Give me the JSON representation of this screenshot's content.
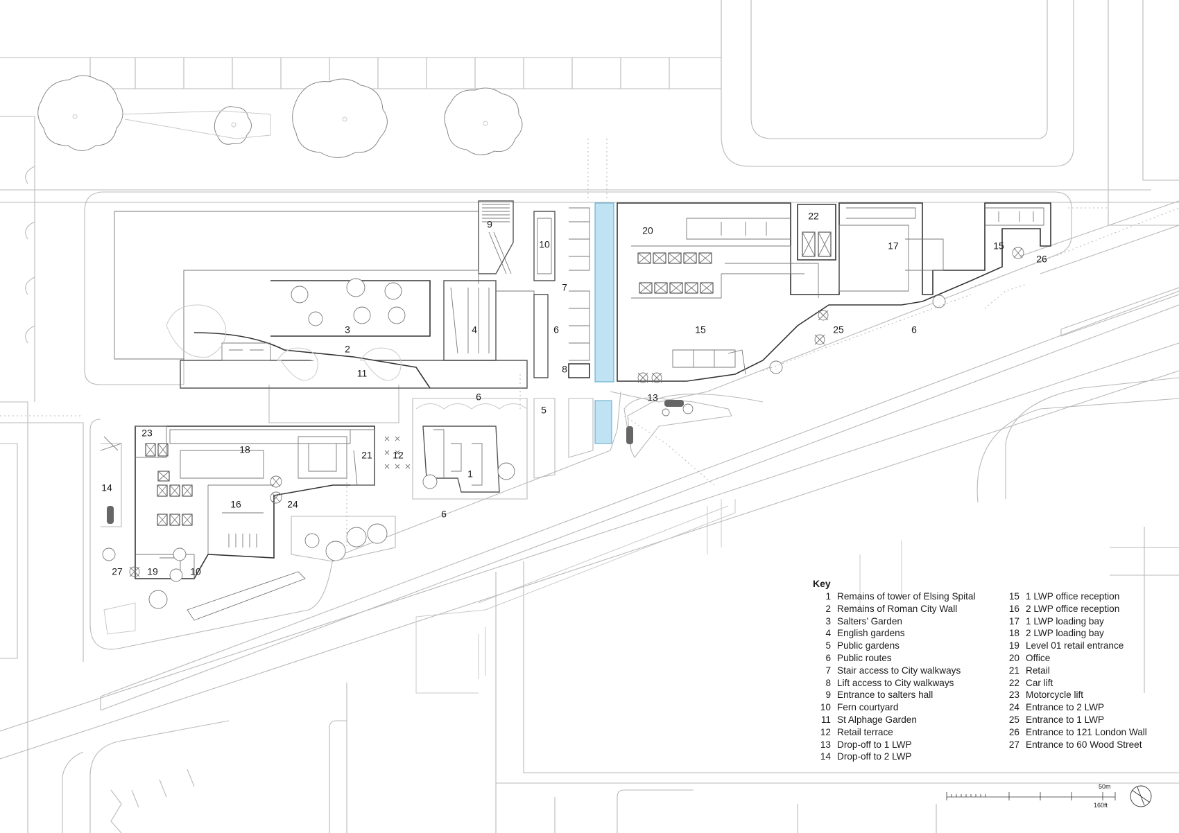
{
  "site_labels": [
    {
      "id": "l1",
      "text": "1"
    },
    {
      "id": "l2",
      "text": "2"
    },
    {
      "id": "l3",
      "text": "3"
    },
    {
      "id": "l4",
      "text": "4"
    },
    {
      "id": "l5",
      "text": "5"
    },
    {
      "id": "l6a",
      "text": "6"
    },
    {
      "id": "l6b",
      "text": "6"
    },
    {
      "id": "l6c",
      "text": "6"
    },
    {
      "id": "l6d",
      "text": "6"
    },
    {
      "id": "l7",
      "text": "7"
    },
    {
      "id": "l8",
      "text": "8"
    },
    {
      "id": "l9",
      "text": "9"
    },
    {
      "id": "l10a",
      "text": "10"
    },
    {
      "id": "l10b",
      "text": "10"
    },
    {
      "id": "l11",
      "text": "11"
    },
    {
      "id": "l12",
      "text": "12"
    },
    {
      "id": "l13",
      "text": "13"
    },
    {
      "id": "l14",
      "text": "14"
    },
    {
      "id": "l15a",
      "text": "15"
    },
    {
      "id": "l15b",
      "text": "15"
    },
    {
      "id": "l16",
      "text": "16"
    },
    {
      "id": "l17",
      "text": "17"
    },
    {
      "id": "l18",
      "text": "18"
    },
    {
      "id": "l19",
      "text": "19"
    },
    {
      "id": "l20",
      "text": "20"
    },
    {
      "id": "l21",
      "text": "21"
    },
    {
      "id": "l22",
      "text": "22"
    },
    {
      "id": "l23",
      "text": "23"
    },
    {
      "id": "l24",
      "text": "24"
    },
    {
      "id": "l25",
      "text": "25"
    },
    {
      "id": "l26",
      "text": "26"
    },
    {
      "id": "l27",
      "text": "27"
    }
  ],
  "key": {
    "title": "Key",
    "items": [
      {
        "n": "1",
        "label": "Remains of tower of Elsing Spital"
      },
      {
        "n": "2",
        "label": "Remains of Roman City Wall"
      },
      {
        "n": "3",
        "label": "Salters’ Garden"
      },
      {
        "n": "4",
        "label": "English gardens"
      },
      {
        "n": "5",
        "label": "Public gardens"
      },
      {
        "n": "6",
        "label": "Public routes"
      },
      {
        "n": "7",
        "label": "Stair access to City walkways"
      },
      {
        "n": "8",
        "label": "Lift access to City walkways"
      },
      {
        "n": "9",
        "label": "Entrance to salters hall"
      },
      {
        "n": "10",
        "label": "Fern courtyard"
      },
      {
        "n": "11",
        "label": "St Alphage Garden"
      },
      {
        "n": "12",
        "label": "Retail terrace"
      },
      {
        "n": "13",
        "label": "Drop-off to 1 LWP"
      },
      {
        "n": "14",
        "label": "Drop-off to 2 LWP"
      },
      {
        "n": "15",
        "label": "1 LWP office reception"
      },
      {
        "n": "16",
        "label": "2 LWP office reception"
      },
      {
        "n": "17",
        "label": "1 LWP loading bay"
      },
      {
        "n": "18",
        "label": "2 LWP loading bay"
      },
      {
        "n": "19",
        "label": "Level 01 retail entrance"
      },
      {
        "n": "20",
        "label": "Office"
      },
      {
        "n": "21",
        "label": "Retail"
      },
      {
        "n": "22",
        "label": "Car lift"
      },
      {
        "n": "23",
        "label": "Motorcycle lift"
      },
      {
        "n": "24",
        "label": "Entrance to 2 LWP"
      },
      {
        "n": "25",
        "label": "Entrance to 1 LWP"
      },
      {
        "n": "26",
        "label": "Entrance to 121 London Wall"
      },
      {
        "n": "27",
        "label": "Entrance to 60 Wood Street"
      }
    ]
  },
  "scale": {
    "metric": "50m",
    "imperial": "160ft"
  },
  "colors": {
    "water": "#bfe3f3",
    "lines": "#b9b9b9",
    "building": "#555555"
  },
  "icons": [
    "north-arrow-icon",
    "scale-bar-icon"
  ]
}
